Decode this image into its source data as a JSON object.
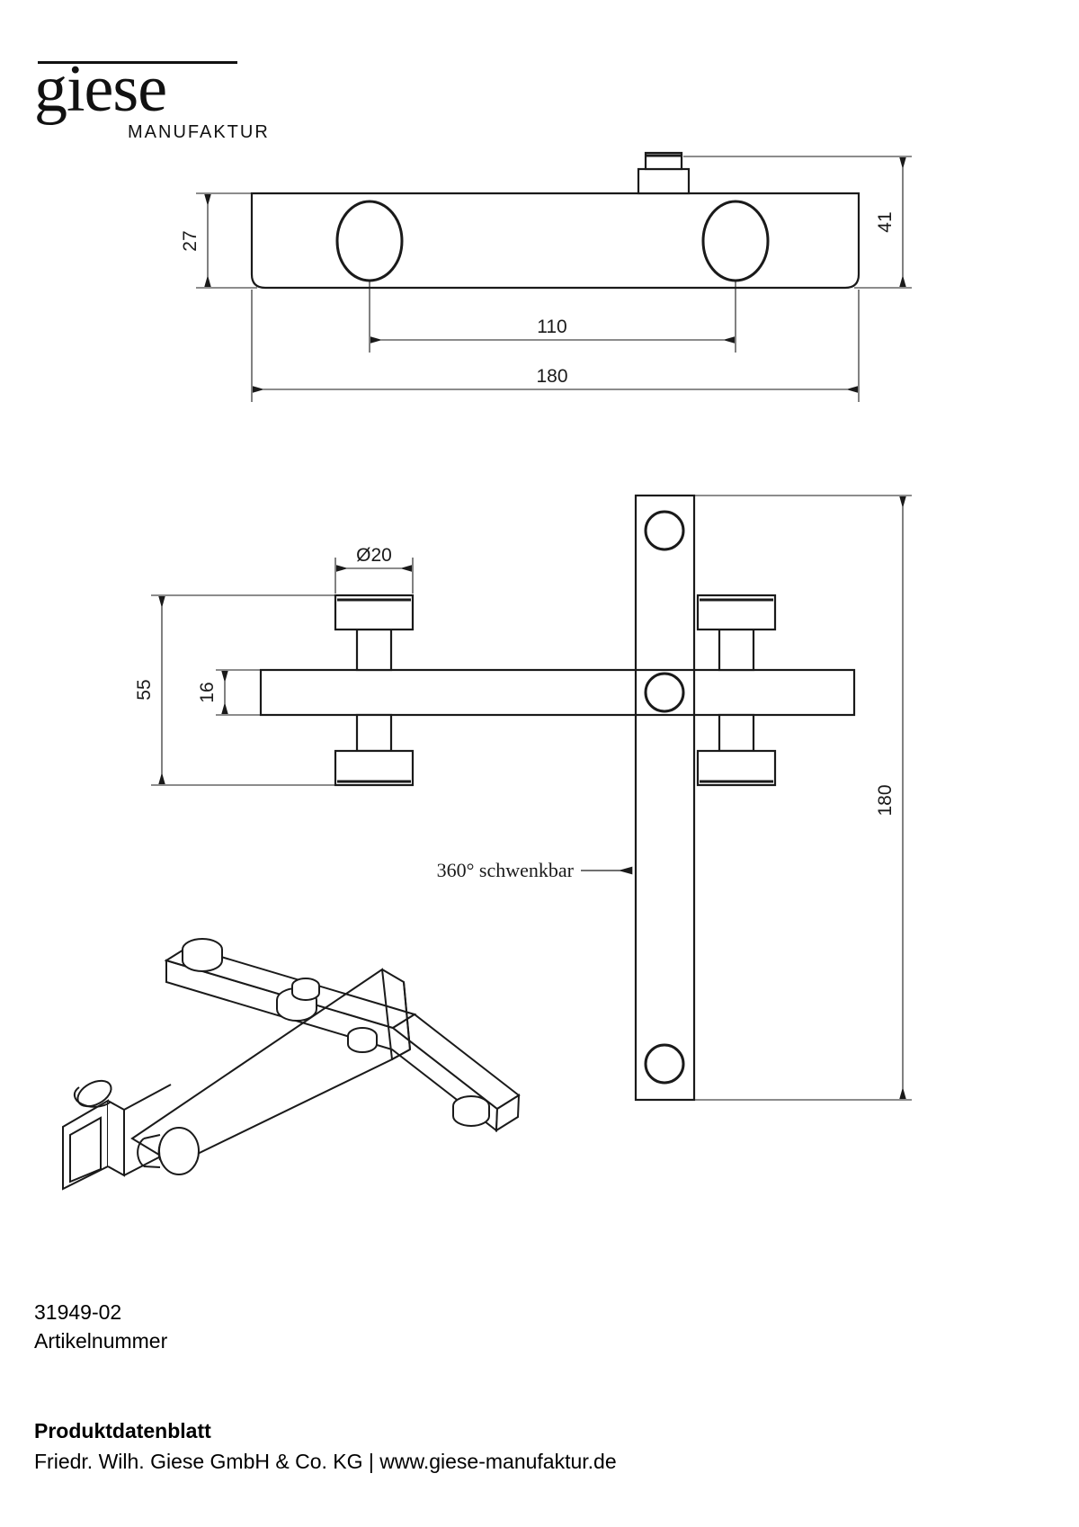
{
  "logo": {
    "word": "giese",
    "subtitle": "MANUFAKTUR"
  },
  "footer": {
    "article_number": "31949-02",
    "article_number_label": "Artikelnummer",
    "datasheet_title": "Produktdatenblatt",
    "company_line": "Friedr. Wilh. Giese GmbH & Co. KG | www.giese-manufaktur.de"
  },
  "drawing": {
    "line_color": "#1a1a1a",
    "annotations": {
      "top_view_height": "27",
      "top_view_right_height": "41",
      "hole_spacing": "110",
      "overall_length": "180",
      "knob_diameter": "Ø20",
      "side_total_height": "55",
      "bar_thickness": "16",
      "plate_length": "180",
      "swivel_note": "360° schwenkbar"
    }
  }
}
